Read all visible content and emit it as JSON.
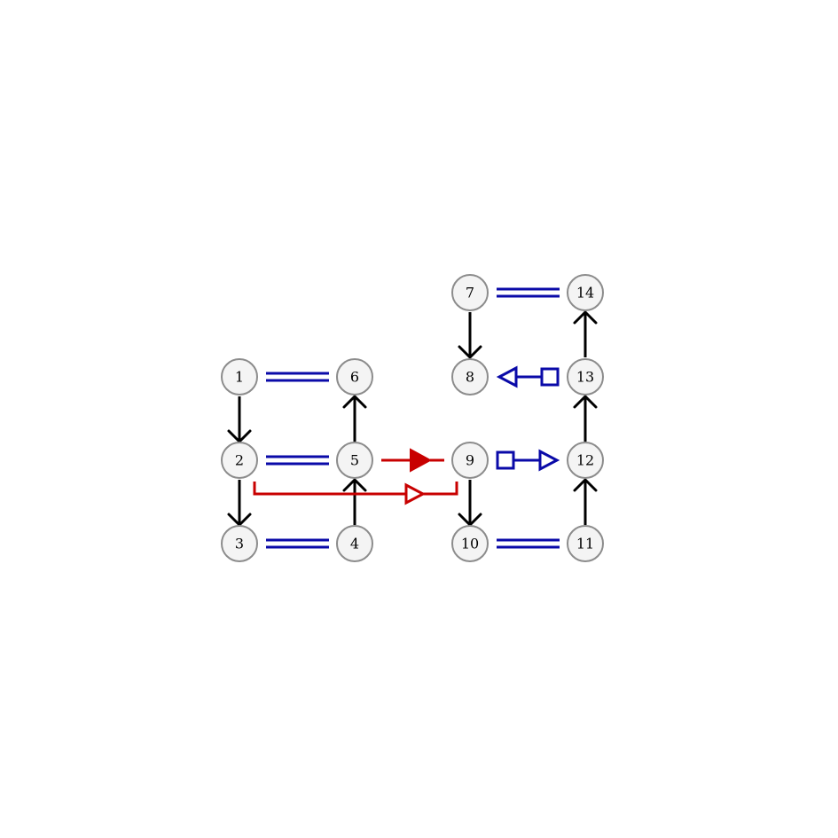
{
  "diagram": {
    "nodes": [
      {
        "id": "n1",
        "label": "1"
      },
      {
        "id": "n2",
        "label": "2"
      },
      {
        "id": "n3",
        "label": "3"
      },
      {
        "id": "n4",
        "label": "4"
      },
      {
        "id": "n5",
        "label": "5"
      },
      {
        "id": "n6",
        "label": "6"
      },
      {
        "id": "n7",
        "label": "7"
      },
      {
        "id": "n8",
        "label": "8"
      },
      {
        "id": "n9",
        "label": "9"
      },
      {
        "id": "n10",
        "label": "10"
      },
      {
        "id": "n11",
        "label": "11"
      },
      {
        "id": "n12",
        "label": "12"
      },
      {
        "id": "n13",
        "label": "13"
      },
      {
        "id": "n14",
        "label": "14"
      }
    ],
    "edges": [
      {
        "from": "1",
        "to": "2",
        "style": "black-arrow"
      },
      {
        "from": "2",
        "to": "3",
        "style": "black-arrow"
      },
      {
        "from": "4",
        "to": "5",
        "style": "black-arrow"
      },
      {
        "from": "5",
        "to": "6",
        "style": "black-arrow"
      },
      {
        "from": "7",
        "to": "8",
        "style": "black-arrow"
      },
      {
        "from": "9",
        "to": "10",
        "style": "black-arrow"
      },
      {
        "from": "11",
        "to": "12",
        "style": "black-arrow"
      },
      {
        "from": "12",
        "to": "13",
        "style": "black-arrow"
      },
      {
        "from": "13",
        "to": "14",
        "style": "black-arrow"
      },
      {
        "from": "1",
        "to": "6",
        "style": "blue-double"
      },
      {
        "from": "2",
        "to": "5",
        "style": "blue-double"
      },
      {
        "from": "3",
        "to": "4",
        "style": "blue-double"
      },
      {
        "from": "7",
        "to": "14",
        "style": "blue-double"
      },
      {
        "from": "10",
        "to": "11",
        "style": "blue-double"
      },
      {
        "from": "9",
        "to": "12",
        "style": "blue-square-open-triangle"
      },
      {
        "from": "13",
        "to": "8",
        "style": "blue-square-open-triangle"
      },
      {
        "from": "5",
        "to": "9",
        "style": "red-filled-triangle"
      },
      {
        "from": "2",
        "to": "9",
        "style": "red-bracket-open-triangle"
      }
    ],
    "colors": {
      "node_fill": "#f4f4f4",
      "node_stroke": "#8c8c8c",
      "black": "#000000",
      "blue": "#0a0aa8",
      "red": "#c80000"
    }
  }
}
